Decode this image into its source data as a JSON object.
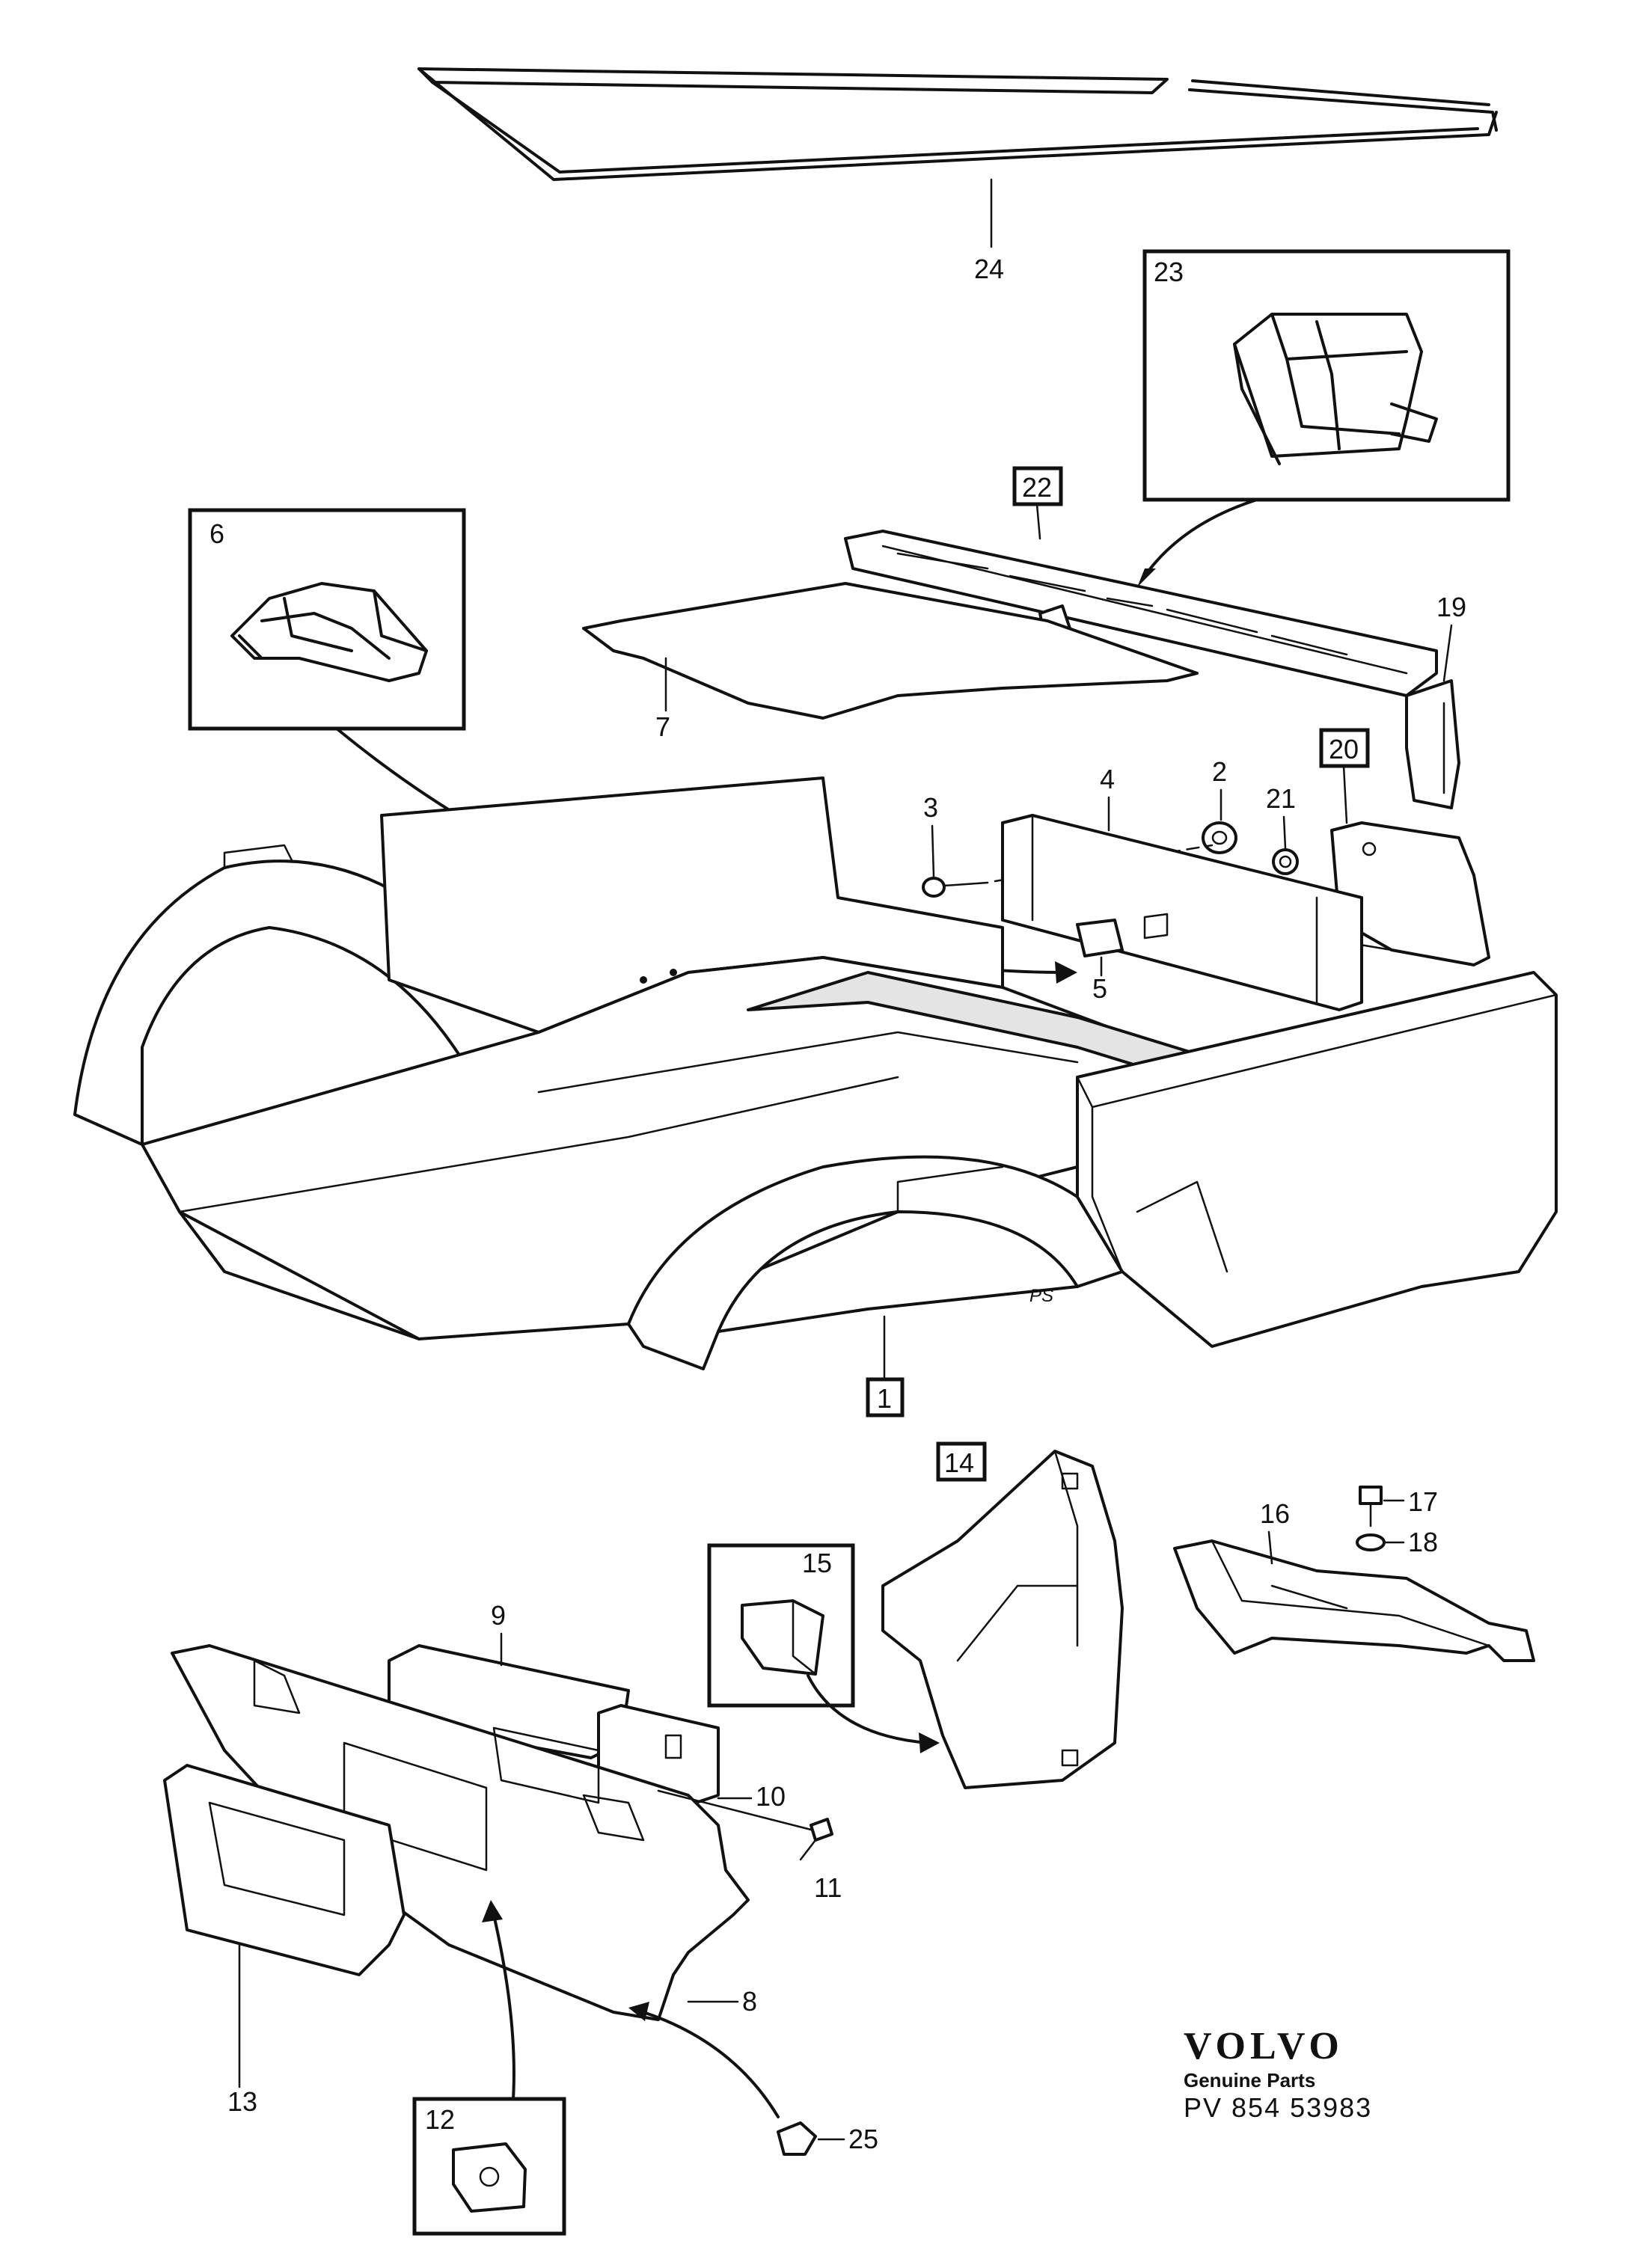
{
  "callouts": {
    "c1": "1",
    "c2": "2",
    "c3": "3",
    "c4": "4",
    "c5": "5",
    "c6": "6",
    "c7": "7",
    "c8": "8",
    "c9": "9",
    "c10": "10",
    "c11": "11",
    "c12": "12",
    "c13": "13",
    "c14": "14",
    "c15": "15",
    "c16": "16",
    "c17": "17",
    "c18": "18",
    "c19": "19",
    "c20": "20",
    "c21": "21",
    "c22": "22",
    "c23": "23",
    "c24": "24",
    "c25": "25"
  },
  "signature": "PS",
  "branding": {
    "logo": "VOLVO",
    "subtitle": "Genuine Parts",
    "code": "PV 854 53983"
  }
}
